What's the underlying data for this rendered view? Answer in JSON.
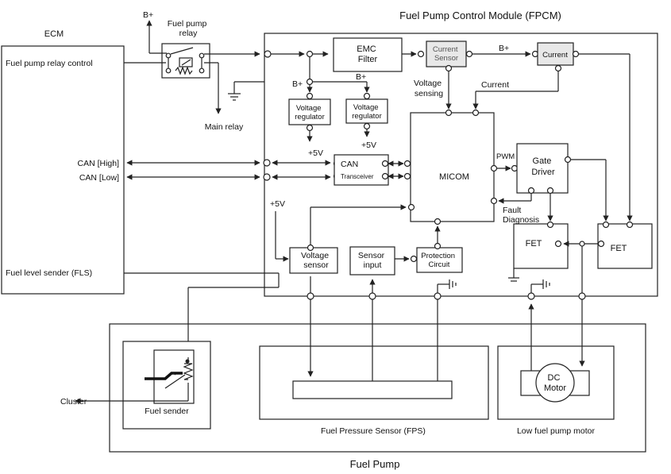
{
  "ecm": {
    "title": "ECM",
    "pins": [
      "Fuel pump relay control",
      "CAN [High]",
      "CAN [Low]",
      "Fuel level sender (FLS)"
    ]
  },
  "fpcm": {
    "title": "Fuel Pump Control Module (FPCM)",
    "emc_filter": [
      "EMC",
      "Filter"
    ],
    "current_sensor": [
      "Current",
      "Sensor"
    ],
    "current_block": "Current",
    "voltage_sensing": [
      "Voltage",
      "sensing"
    ],
    "current_label": "Current",
    "voltage_regulator": [
      "Voltage",
      "regulator"
    ],
    "can_transceiver": [
      "CAN",
      "Transceiver"
    ],
    "micom": "MICOM",
    "pwm": "PWM",
    "gate_driver": [
      "Gate",
      "Driver"
    ],
    "fault_diagnosis": [
      "Fault",
      "Diagnosis"
    ],
    "fet": "FET",
    "voltage_sensor": [
      "Voltage",
      "sensor"
    ],
    "sensor_input": [
      "Sensor",
      "input"
    ],
    "protection_circuit": [
      "Protection",
      "Circuit"
    ]
  },
  "supply": {
    "bplus": "B+",
    "plus5v": "+5V"
  },
  "relay": {
    "label": [
      "Fuel pump",
      "relay"
    ],
    "main_relay": "Main relay"
  },
  "fuel_pump": {
    "title": "Fuel Pump",
    "fuel_sender": "Fuel sender",
    "cluster": "Cluster",
    "fps": "Fuel Pressure Sensor (FPS)",
    "motor_block": "Low fuel pump motor",
    "dc_motor": [
      "DC",
      "Motor"
    ]
  }
}
